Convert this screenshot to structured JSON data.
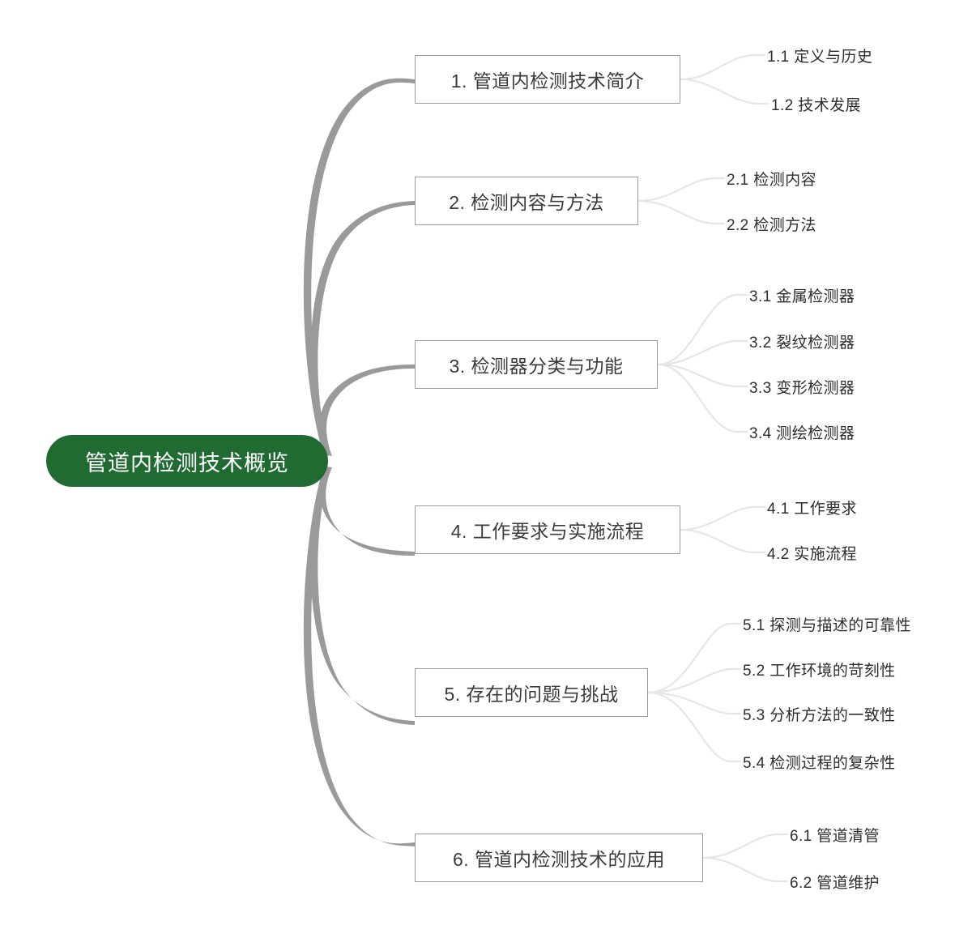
{
  "diagram": {
    "type": "mind-map",
    "title": "管道内检测技术概览",
    "orientation": "left-to-right",
    "colors": {
      "root_fill": "#1f6b32",
      "root_text": "#ffffff",
      "branch_border": "#9b9b9b",
      "branch_fill": "#ffffff",
      "branch_text": "#3b3b3b",
      "leaf_text": "#2e2e2e",
      "trunk_edge": "#9a9a9a",
      "leaf_edge": "#e6e6e6",
      "canvas": "#ffffff"
    },
    "root": {
      "label": "管道内检测技术概览"
    },
    "branches": [
      {
        "id": "b1",
        "label": "1. 管道内检测技术简介",
        "leaves": [
          {
            "id": "b1l1",
            "label": "1.1 定义与历史"
          },
          {
            "id": "b1l2",
            "label": "1.2 技术发展"
          }
        ]
      },
      {
        "id": "b2",
        "label": "2. 检测内容与方法",
        "leaves": [
          {
            "id": "b2l1",
            "label": "2.1 检测内容"
          },
          {
            "id": "b2l2",
            "label": "2.2 检测方法"
          }
        ]
      },
      {
        "id": "b3",
        "label": "3. 检测器分类与功能",
        "leaves": [
          {
            "id": "b3l1",
            "label": "3.1 金属检测器"
          },
          {
            "id": "b3l2",
            "label": "3.2 裂纹检测器"
          },
          {
            "id": "b3l3",
            "label": "3.3 变形检测器"
          },
          {
            "id": "b3l4",
            "label": "3.4 测绘检测器"
          }
        ]
      },
      {
        "id": "b4",
        "label": "4. 工作要求与实施流程",
        "leaves": [
          {
            "id": "b4l1",
            "label": "4.1 工作要求"
          },
          {
            "id": "b4l2",
            "label": "4.2 实施流程"
          }
        ]
      },
      {
        "id": "b5",
        "label": "5. 存在的问题与挑战",
        "leaves": [
          {
            "id": "b5l1",
            "label": "5.1 探测与描述的可靠性"
          },
          {
            "id": "b5l2",
            "label": "5.2 工作环境的苛刻性"
          },
          {
            "id": "b5l3",
            "label": "5.3 分析方法的一致性"
          },
          {
            "id": "b5l4",
            "label": "5.4 检测过程的复杂性"
          }
        ]
      },
      {
        "id": "b6",
        "label": "6. 管道内检测技术的应用",
        "leaves": [
          {
            "id": "b6l1",
            "label": "6.1 管道清管"
          },
          {
            "id": "b6l2",
            "label": "6.2 管道维护"
          }
        ]
      }
    ]
  }
}
